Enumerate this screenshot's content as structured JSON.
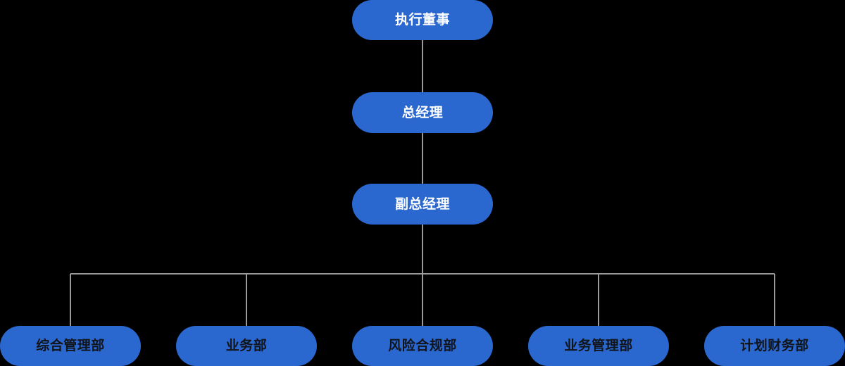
{
  "chart": {
    "type": "org-chart",
    "title": "",
    "background_color": "#000000",
    "node_color": "#2a68d0",
    "connector_color": "#9a9a9a",
    "levels": [
      {
        "level": 1,
        "nodes": [
          {
            "id": "exec-director",
            "label": "执行董事",
            "text_color": "#ffffff"
          }
        ]
      },
      {
        "level": 2,
        "nodes": [
          {
            "id": "general-manager",
            "label": "总经理",
            "text_color": "#ffffff"
          }
        ]
      },
      {
        "level": 3,
        "nodes": [
          {
            "id": "deputy-general-manager",
            "label": "副总经理",
            "text_color": "#ffffff"
          }
        ]
      },
      {
        "level": 4,
        "nodes": [
          {
            "id": "dept-general-management",
            "label": "综合管理部",
            "text_color": "#111419"
          },
          {
            "id": "dept-business",
            "label": "业务部",
            "text_color": "#111419"
          },
          {
            "id": "dept-risk-compliance",
            "label": "风险合规部",
            "text_color": "#111419"
          },
          {
            "id": "dept-business-management",
            "label": "业务管理部",
            "text_color": "#111419"
          },
          {
            "id": "dept-planning-finance",
            "label": "计划财务部",
            "text_color": "#111419"
          }
        ]
      }
    ],
    "edges": [
      {
        "from": "exec-director",
        "to": "general-manager"
      },
      {
        "from": "general-manager",
        "to": "deputy-general-manager"
      },
      {
        "from": "deputy-general-manager",
        "to": "dept-general-management"
      },
      {
        "from": "deputy-general-manager",
        "to": "dept-business"
      },
      {
        "from": "deputy-general-manager",
        "to": "dept-risk-compliance"
      },
      {
        "from": "deputy-general-manager",
        "to": "dept-business-management"
      },
      {
        "from": "deputy-general-manager",
        "to": "dept-planning-finance"
      }
    ]
  }
}
